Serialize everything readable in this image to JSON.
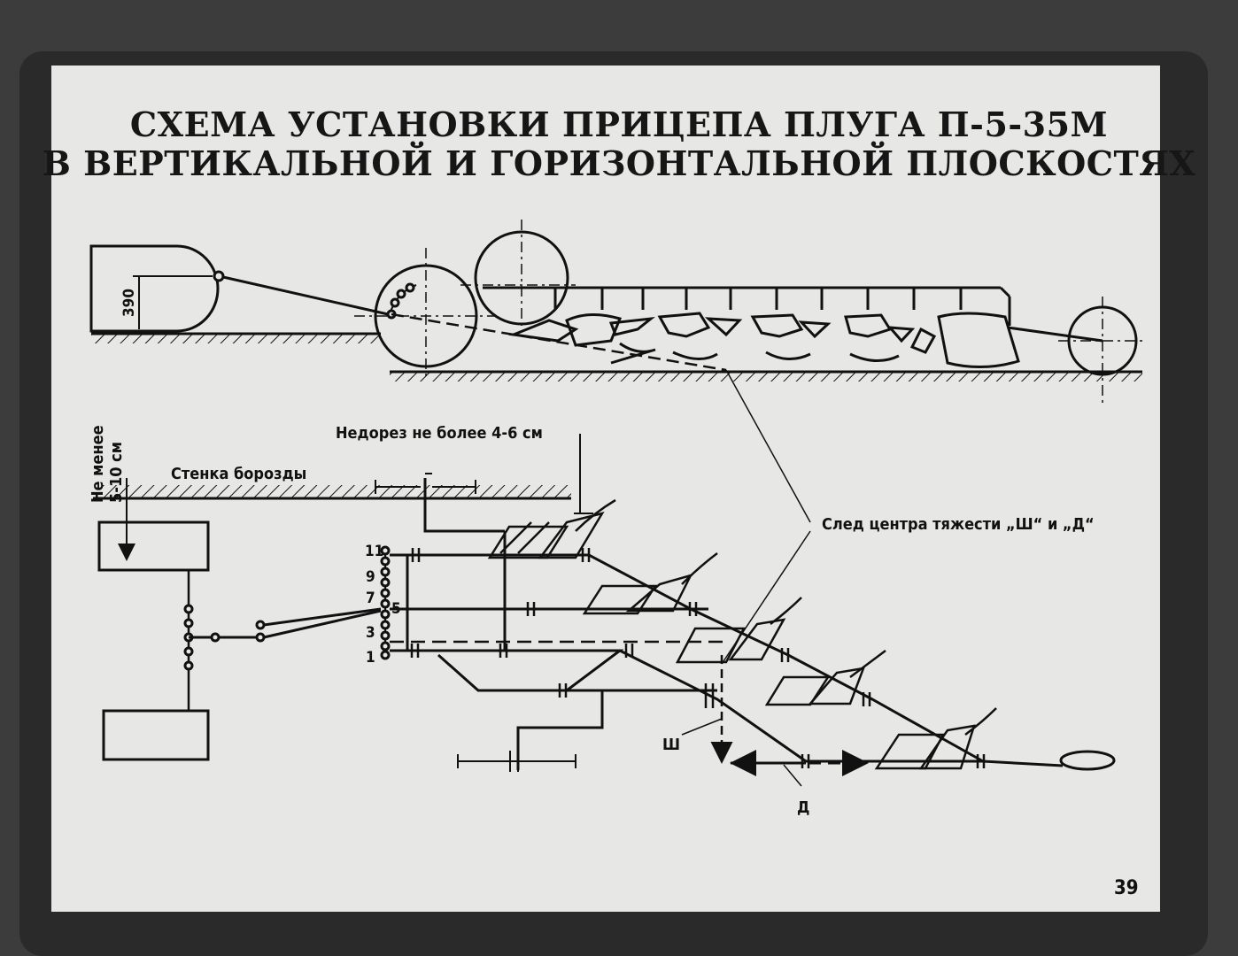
{
  "title": {
    "line1": "СХЕМА УСТАНОВКИ ПРИЦЕПА ПЛУГА П-5-35М",
    "line2": "В ВЕРТИКАЛЬНОЙ И ГОРИЗОНТАЛЬНОЙ ПЛОСКОСТЯХ"
  },
  "side_view": {
    "hitch_height_label": "390"
  },
  "plan_view": {
    "min_gap_label_line1": "Не менее",
    "min_gap_label_line2": "5-10 см",
    "furrow_wall_label": "Стенка борозды",
    "undercut_label": "Недорез не более 4-6 см",
    "gravity_trace_label": "След центра тяжести „Ш“ и „Д“",
    "hole_numbers": [
      "11",
      "9",
      "7",
      "5",
      "3",
      "1"
    ],
    "center_sh_label": "Ш",
    "center_d_label": "Д"
  },
  "page_number": "39",
  "colors": {
    "paper": "#e7e7e5",
    "ink": "#111111",
    "frame": "#2a2a2a"
  }
}
